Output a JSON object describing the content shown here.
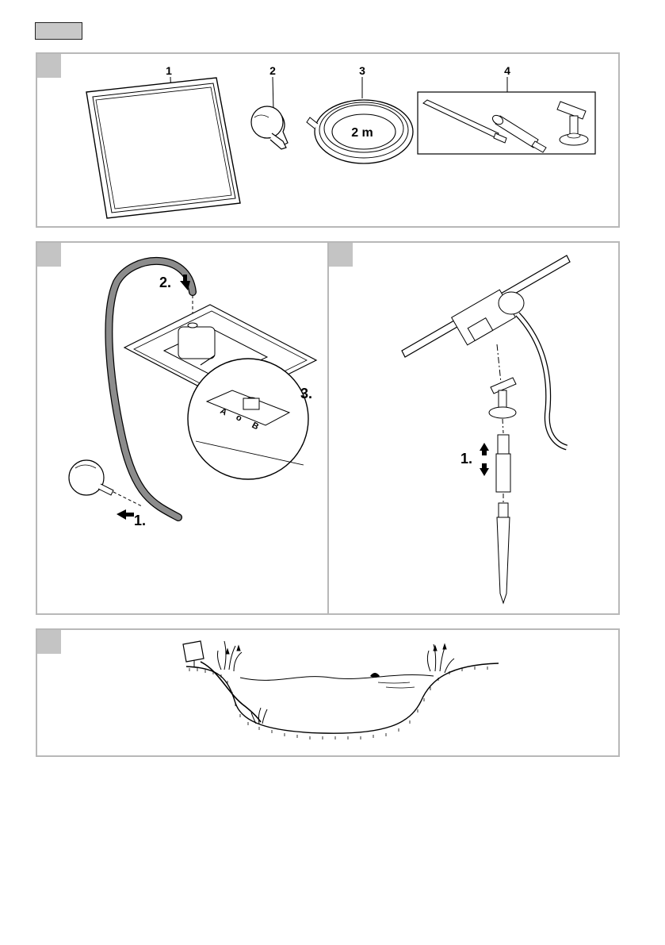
{
  "figure_a": {
    "labels": {
      "panel": "1",
      "pump": "2",
      "hose": "3",
      "mount_set": "4"
    },
    "hose_length": "2 m"
  },
  "figure_b": {
    "steps": {
      "step1": "1.",
      "step2": "2.",
      "step3": "3."
    },
    "switch_marks": {
      "a": "A",
      "o": "o",
      "b": "B"
    }
  },
  "figure_c": {
    "steps": {
      "step1": "1."
    }
  },
  "colors": {
    "panel_border": "#b8b8b8",
    "corner_tab": "#c4c4c4",
    "hose": "#8c8c8c",
    "lang_box": "#c8c8c8"
  }
}
